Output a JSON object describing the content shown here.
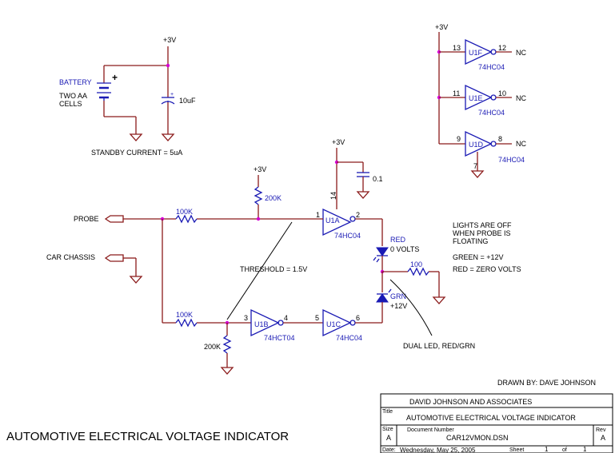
{
  "supply": {
    "plus3v": "+3V"
  },
  "battery": {
    "label": "BATTERY",
    "desc_line1": "TWO AA",
    "desc_line2": "CELLS",
    "plus_sign": "+"
  },
  "capacitors": {
    "c_10uf": "10uF",
    "c_01": "0.1"
  },
  "standby_note": "STANDBY CURRENT = 5uA",
  "resistors": {
    "r_100k": "100K",
    "r_200k": "200K",
    "r_100": "100"
  },
  "connectors": {
    "probe": "PROBE",
    "car_chassis": "CAR CHASSIS"
  },
  "gates": {
    "u1a": "U1A",
    "u1b": "U1B",
    "u1c": "U1C",
    "u1d": "U1D",
    "u1e": "U1E",
    "u1f": "U1F",
    "part_hc": "74HC04",
    "part_hct": "74HCT04"
  },
  "pins": {
    "p1": "1",
    "p2": "2",
    "p3": "3",
    "p4": "4",
    "p5": "5",
    "p6": "6",
    "p7": "7",
    "p8": "8",
    "p9": "9",
    "p10": "10",
    "p11": "11",
    "p12": "12",
    "p13": "13",
    "p14": "14"
  },
  "nc": "NC",
  "leds": {
    "red": "RED",
    "red_volts": "0 VOLTS",
    "grn": "GRN",
    "grn_volts": "+12V"
  },
  "notes": {
    "threshold": "THRESHOLD = 1.5V",
    "lights_line1": "LIGHTS ARE OFF",
    "lights_line2": "WHEN PROBE IS",
    "lights_line3": "FLOATING",
    "green": "GREEN = +12V",
    "red": "RED = ZERO VOLTS",
    "dual_led": "DUAL LED, RED/GRN"
  },
  "drawn_by": "DRAWN BY: DAVE JOHNSON",
  "title_block": {
    "company": "DAVID JOHNSON AND ASSOCIATES",
    "title_label": "Title",
    "title": "AUTOMOTIVE ELECTRICAL VOLTAGE INDICATOR",
    "size_label": "Size",
    "size": "A",
    "docnum_label": "Document Number",
    "docnum": "CAR12VMON.DSN",
    "rev_label": "Rev",
    "rev": "A",
    "date_label": "Date:",
    "date": "Wednesday, May 25, 2005",
    "sheet_label": "Sheet",
    "sheet": "1",
    "of_label": "of",
    "sheet_total": "1"
  },
  "big_title": "AUTOMOTIVE ELECTRICAL VOLTAGE INDICATOR"
}
